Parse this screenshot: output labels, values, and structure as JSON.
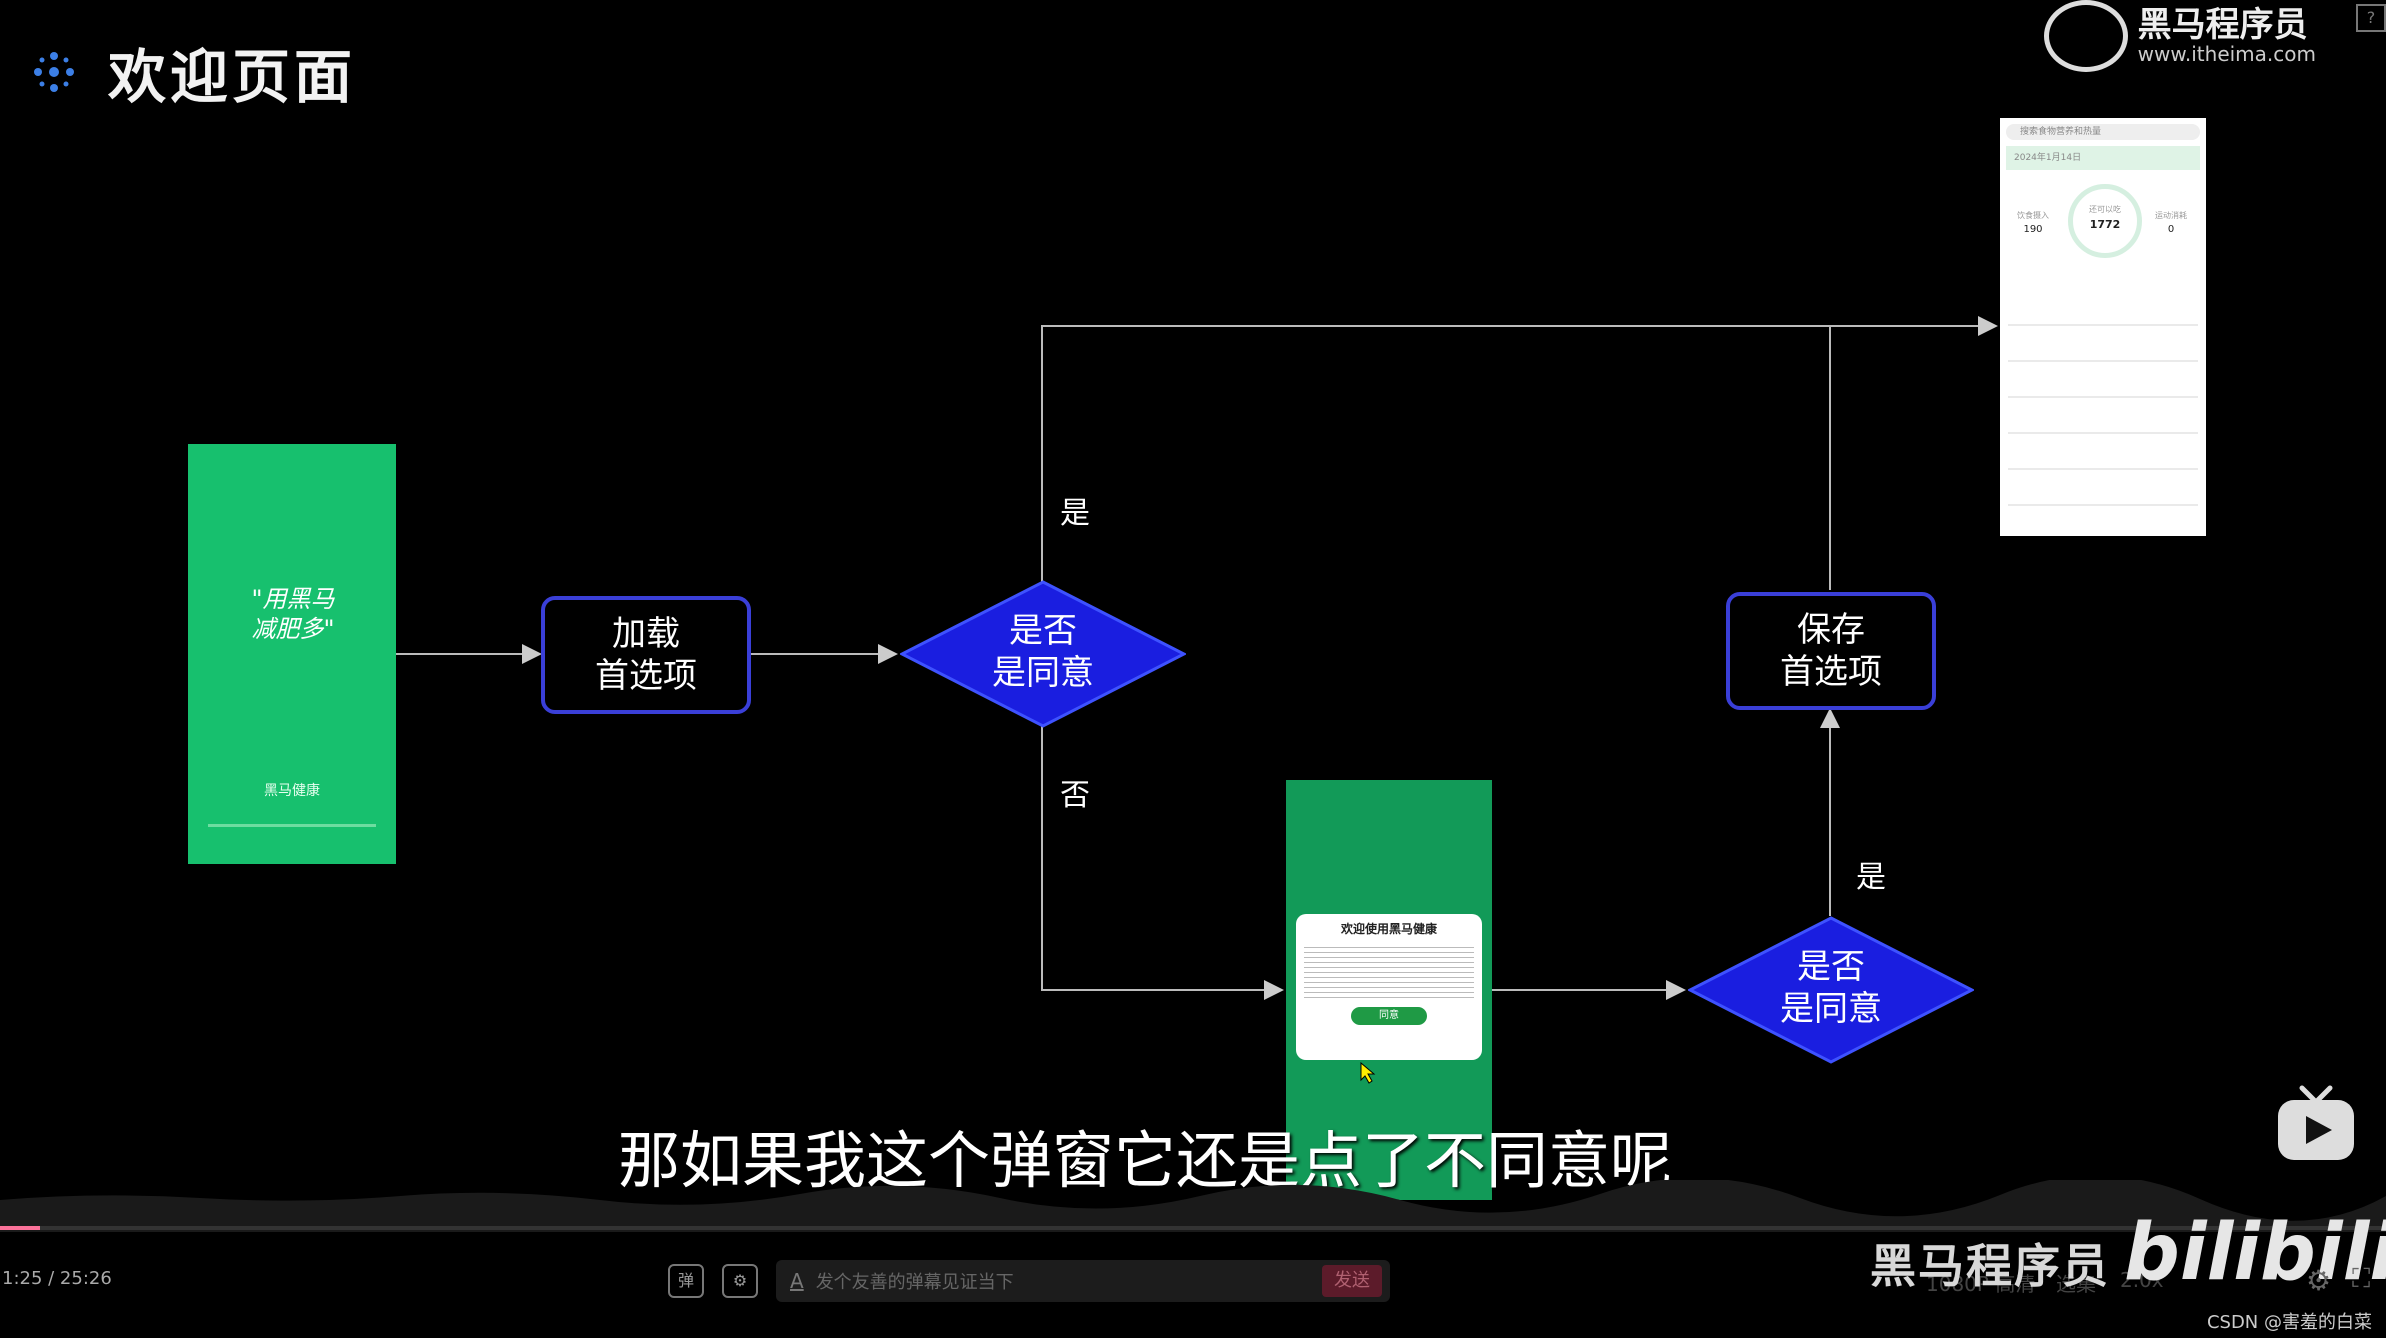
{
  "header": {
    "title": "欢迎页面"
  },
  "brand": {
    "name": "黑马程序员",
    "url": "www.itheima.com"
  },
  "flow": {
    "load_line1": "加载",
    "load_line2": "首选项",
    "agree_line1": "是否",
    "agree_line2": "是同意",
    "agree2_line1": "是否",
    "agree2_line2": "是同意",
    "save_line1": "保存",
    "save_line2": "首选项",
    "yes_top": "是",
    "no_label": "否",
    "yes_right": "是"
  },
  "splash": {
    "slogan_line1": "\"用黑马",
    "slogan_line2": "减肥多\"",
    "app_name": "黑马健康"
  },
  "dialog": {
    "title": "欢迎使用黑马健康",
    "agree_button": "同意"
  },
  "dashboard": {
    "search": "搜索食物营养和热量",
    "date": "2024年1月14日",
    "intake_label": "饮食摄入",
    "intake": "190",
    "remaining_label": "还可以吃",
    "remaining": "1772",
    "burn_label": "运动消耗",
    "burn": "0"
  },
  "subtitle": "那如果我这个弹窗它还是点了不同意呢",
  "player": {
    "time": "1:25 / 25:26",
    "danmaku_placeholder": "发个友善的弹幕见证当下",
    "send": "发送",
    "quality": "1080P 高清",
    "select": "选集",
    "speed": "2.0x",
    "footer_brand": "黑马程序员",
    "bili": "bilibili"
  },
  "watermark": "CSDN @害羞的白菜"
}
